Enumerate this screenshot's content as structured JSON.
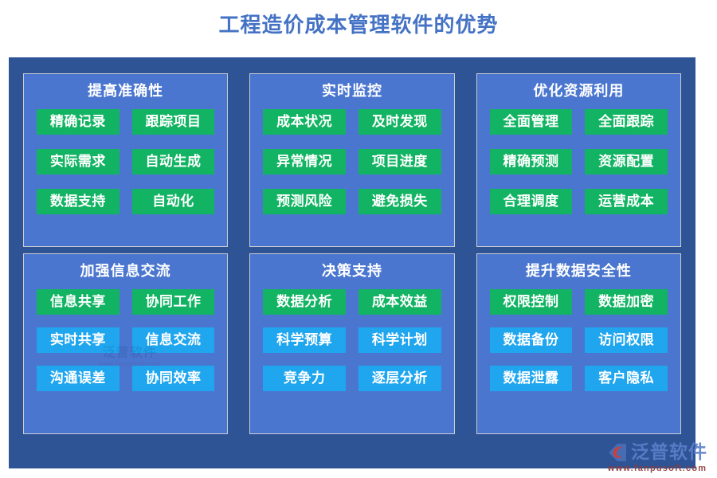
{
  "page": {
    "title": "工程造价成本管理软件的优势",
    "title_color": "#4472c4",
    "board_color": "#2e5496",
    "panel_color": "#4a76d0",
    "tag_green": "#12b463",
    "tag_blue": "#1fa6ef"
  },
  "panels": [
    {
      "title": "提高准确性",
      "tags": [
        {
          "label": "精确记录",
          "color": "green"
        },
        {
          "label": "跟踪项目",
          "color": "green"
        },
        {
          "label": "实际需求",
          "color": "green"
        },
        {
          "label": "自动生成",
          "color": "green"
        },
        {
          "label": "数据支持",
          "color": "green"
        },
        {
          "label": "自动化",
          "color": "green"
        }
      ]
    },
    {
      "title": "实时监控",
      "tags": [
        {
          "label": "成本状况",
          "color": "green"
        },
        {
          "label": "及时发现",
          "color": "green"
        },
        {
          "label": "异常情况",
          "color": "green"
        },
        {
          "label": "项目进度",
          "color": "green"
        },
        {
          "label": "预测风险",
          "color": "green"
        },
        {
          "label": "避免损失",
          "color": "green"
        }
      ]
    },
    {
      "title": "优化资源利用",
      "tags": [
        {
          "label": "全面管理",
          "color": "green"
        },
        {
          "label": "全面跟踪",
          "color": "green"
        },
        {
          "label": "精确预测",
          "color": "green"
        },
        {
          "label": "资源配置",
          "color": "green"
        },
        {
          "label": "合理调度",
          "color": "green"
        },
        {
          "label": "运营成本",
          "color": "green"
        }
      ]
    },
    {
      "title": "加强信息交流",
      "tags": [
        {
          "label": "信息共享",
          "color": "green"
        },
        {
          "label": "协同工作",
          "color": "green"
        },
        {
          "label": "实时共享",
          "color": "blue"
        },
        {
          "label": "信息交流",
          "color": "blue"
        },
        {
          "label": "沟通误差",
          "color": "blue"
        },
        {
          "label": "协同效率",
          "color": "blue"
        }
      ]
    },
    {
      "title": "决策支持",
      "tags": [
        {
          "label": "数据分析",
          "color": "green"
        },
        {
          "label": "成本效益",
          "color": "green"
        },
        {
          "label": "科学预算",
          "color": "blue"
        },
        {
          "label": "科学计划",
          "color": "blue"
        },
        {
          "label": "竞争力",
          "color": "blue"
        },
        {
          "label": "逐层分析",
          "color": "blue"
        }
      ]
    },
    {
      "title": "提升数据安全性",
      "tags": [
        {
          "label": "权限控制",
          "color": "green"
        },
        {
          "label": "数据加密",
          "color": "green"
        },
        {
          "label": "数据备份",
          "color": "blue"
        },
        {
          "label": "访问权限",
          "color": "blue"
        },
        {
          "label": "数据泄露",
          "color": "blue"
        },
        {
          "label": "客户隐私",
          "color": "blue"
        }
      ]
    }
  ],
  "logo": {
    "name": "泛普软件",
    "url": "www.fanpusoft.com"
  },
  "watermark": {
    "name": "泛普软件",
    "url": "www.fanpusoft.com"
  }
}
